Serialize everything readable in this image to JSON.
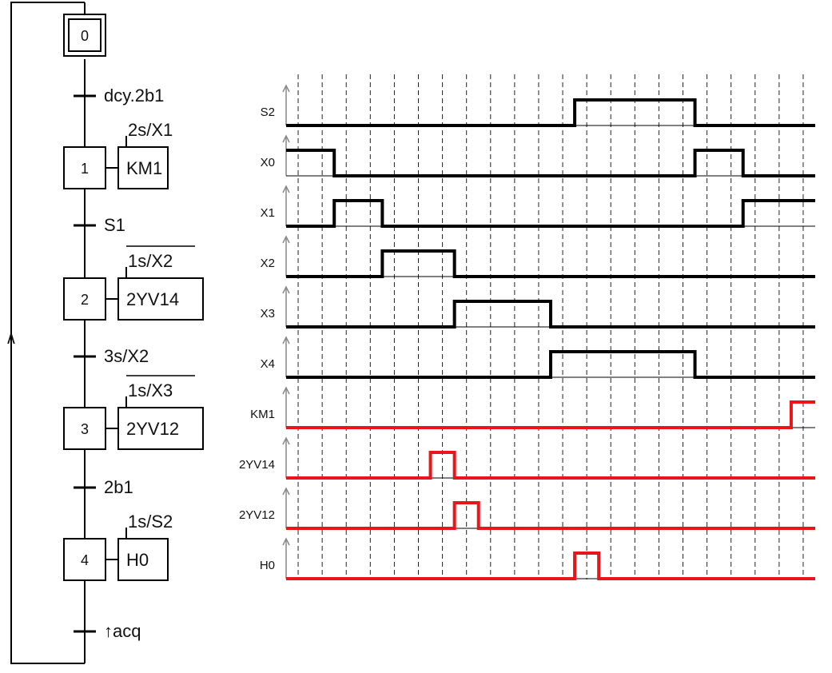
{
  "grafcet": {
    "steps": [
      {
        "id": "0",
        "initial": true
      },
      {
        "id": "1",
        "action": "KM1",
        "condition": "2s/X1",
        "negated": false
      },
      {
        "id": "2",
        "action": "2YV14",
        "condition": "1s/X2",
        "negated": true
      },
      {
        "id": "3",
        "action": "2YV12",
        "condition": "1s/X3",
        "negated": true
      },
      {
        "id": "4",
        "action": "H0",
        "condition": "1s/S2",
        "negated": false
      }
    ],
    "transitions": [
      "dcy.2b1",
      "S1",
      "3s/X2",
      "2b1",
      "↑acq"
    ],
    "loop_arrow": "∧"
  },
  "chronogram": {
    "time_divisions": 22,
    "signals": [
      {
        "name": "S2",
        "color": "#000000",
        "edges": [
          12,
          17
        ],
        "initial": 0
      },
      {
        "name": "X0",
        "color": "#000000",
        "edges": [
          2,
          17,
          19
        ],
        "initial": 1
      },
      {
        "name": "X1",
        "color": "#000000",
        "edges": [
          2,
          4,
          19
        ],
        "initial": 0
      },
      {
        "name": "X2",
        "color": "#000000",
        "edges": [
          4,
          7
        ],
        "initial": 0
      },
      {
        "name": "X3",
        "color": "#000000",
        "edges": [
          7,
          11
        ],
        "initial": 0
      },
      {
        "name": "X4",
        "color": "#000000",
        "edges": [
          11,
          17
        ],
        "initial": 0
      },
      {
        "name": "KM1",
        "color": "#e8161b",
        "edges": [
          21
        ],
        "initial": 0
      },
      {
        "name": "2YV14",
        "color": "#e8161b",
        "edges": [
          6,
          7
        ],
        "initial": 0
      },
      {
        "name": "2YV12",
        "color": "#e8161b",
        "edges": [
          7,
          8
        ],
        "initial": 0
      },
      {
        "name": "H0",
        "color": "#e8161b",
        "edges": [
          12,
          13
        ],
        "initial": 0
      }
    ]
  }
}
